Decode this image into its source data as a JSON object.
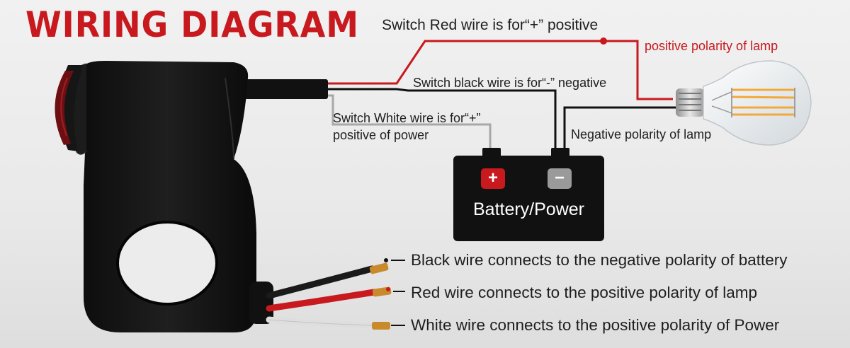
{
  "title": "WIRING DIAGRAM",
  "labels": {
    "red_wire": "Switch Red wire is for“+” positive",
    "positive_lamp": "positive polarity of lamp",
    "black_wire": "Switch black wire is for“-” negative",
    "white_wire_line1": "Switch White wire is for“+”",
    "white_wire_line2": "positive of power",
    "negative_lamp": "Negative polarity of  lamp"
  },
  "battery": {
    "label": "Battery/Power",
    "plus_symbol": "+",
    "minus_symbol": "−"
  },
  "connections": [
    {
      "text": "Black wire connects to the negative polarity of battery",
      "wire_color": "#1a1a1a"
    },
    {
      "text": "Red wire connects to the positive polarity of lamp",
      "wire_color": "#c8191e"
    },
    {
      "text": "White wire connects to the positive polarity of Power",
      "wire_color": "#d9d9d9"
    }
  ],
  "colors": {
    "title_red": "#c8191e",
    "wire_red": "#c8191e",
    "wire_black": "#111111",
    "wire_gray": "#a8a8a8",
    "lamp_filament": "#f3a93a"
  },
  "icons": {
    "switch": "handlebar-switch-icon",
    "bulb": "light-bulb-icon",
    "battery": "battery-icon"
  }
}
